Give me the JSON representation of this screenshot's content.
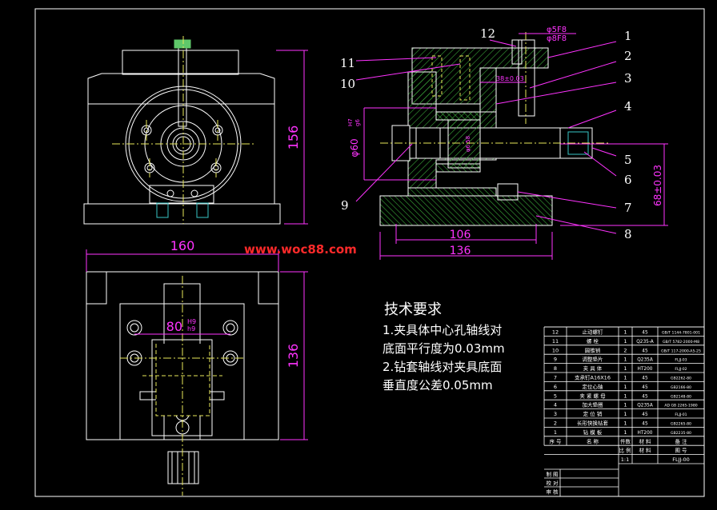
{
  "watermark": "www.woc88.com",
  "dims": {
    "front_height": "156",
    "top_width": "160",
    "top_height": "136",
    "top_bolt": "80",
    "top_bolt_tol_upper": "H9",
    "top_bolt_tol_lower": "h9",
    "side_base_inner": "106",
    "side_base_outer": "136",
    "side_height": "68±0.03",
    "side_dia": "φ60",
    "side_dia_tol_upper": "H7",
    "side_dia_tol_lower": "g6",
    "side_offset": "38±0.03",
    "side_f1": "φ5F8",
    "side_f2": "φ8F8",
    "side_inner": "φ6.58"
  },
  "balloons": [
    "1",
    "2",
    "3",
    "4",
    "5",
    "6",
    "7",
    "8",
    "9",
    "10",
    "11",
    "12"
  ],
  "tech": {
    "title": "技术要求",
    "line1": "1.夹具体中心孔轴线对",
    "line2": "底面平行度为0.03mm",
    "line3": "2.钻套轴线对夹具底面",
    "line4": "垂直度公差0.05mm"
  },
  "bom": [
    {
      "no": "12",
      "name": "止动螺钉",
      "qty": "1",
      "mat": "45",
      "std": "GB/T 1144-7801-001"
    },
    {
      "no": "11",
      "name": "螺 栓",
      "qty": "1",
      "mat": "Q235-A",
      "std": "GB/T 5782-2000-M8"
    },
    {
      "no": "10",
      "name": "圆锥销",
      "qty": "2",
      "mat": "45",
      "std": "GB/T 117-2000-A5-25"
    },
    {
      "no": "9",
      "name": "调整垫片",
      "qty": "1",
      "mat": "Q235A",
      "std": "FLJJ-03"
    },
    {
      "no": "8",
      "name": "夹 具 体",
      "qty": "1",
      "mat": "HT200",
      "std": "FLJJ-02"
    },
    {
      "no": "7",
      "name": "支承钉A16X16",
      "qty": "1",
      "mat": "45",
      "std": "GB2262-80"
    },
    {
      "no": "6",
      "name": "定位心轴",
      "qty": "1",
      "mat": "45",
      "std": "GB2166-80"
    },
    {
      "no": "5",
      "name": "夹 紧 螺 母",
      "qty": "1",
      "mat": "45",
      "std": "GB2148-80"
    },
    {
      "no": "4",
      "name": "加大垫圈",
      "qty": "1",
      "mat": "Q235A",
      "std": "AD GB 2265-1980"
    },
    {
      "no": "3",
      "name": "定 位 销",
      "qty": "1",
      "mat": "45",
      "std": "FLJJ-01"
    },
    {
      "no": "2",
      "name": "长形快换钻套",
      "qty": "1",
      "mat": "45",
      "std": "GB2265-80"
    },
    {
      "no": "1",
      "name": "钻 模 板",
      "qty": "1",
      "mat": "HT200",
      "std": "GB2235-80"
    }
  ],
  "bom_header": {
    "no": "序 号",
    "name": "名 称",
    "qty": "件数",
    "mat": "材 料",
    "std": "备 注"
  },
  "title_block": {
    "scale_label": "比 例",
    "mat_label": "材 料",
    "drawing_no_label": "图 号",
    "scale": "1:1",
    "drawing_no": "FLJJ-00",
    "draw_label": "制 图",
    "check_label": "校 对",
    "audit_label": "审 核"
  },
  "colors": {
    "background": "#000000",
    "outline": "#ffffff",
    "centerline": "#e8e85a",
    "hatch": "#3aa83a",
    "dimension": "#ff33ff",
    "leader": "#ff33ff",
    "watermark": "#ff2a2a",
    "part_green": "#5fc86a",
    "cyan": "#39c6c6"
  }
}
